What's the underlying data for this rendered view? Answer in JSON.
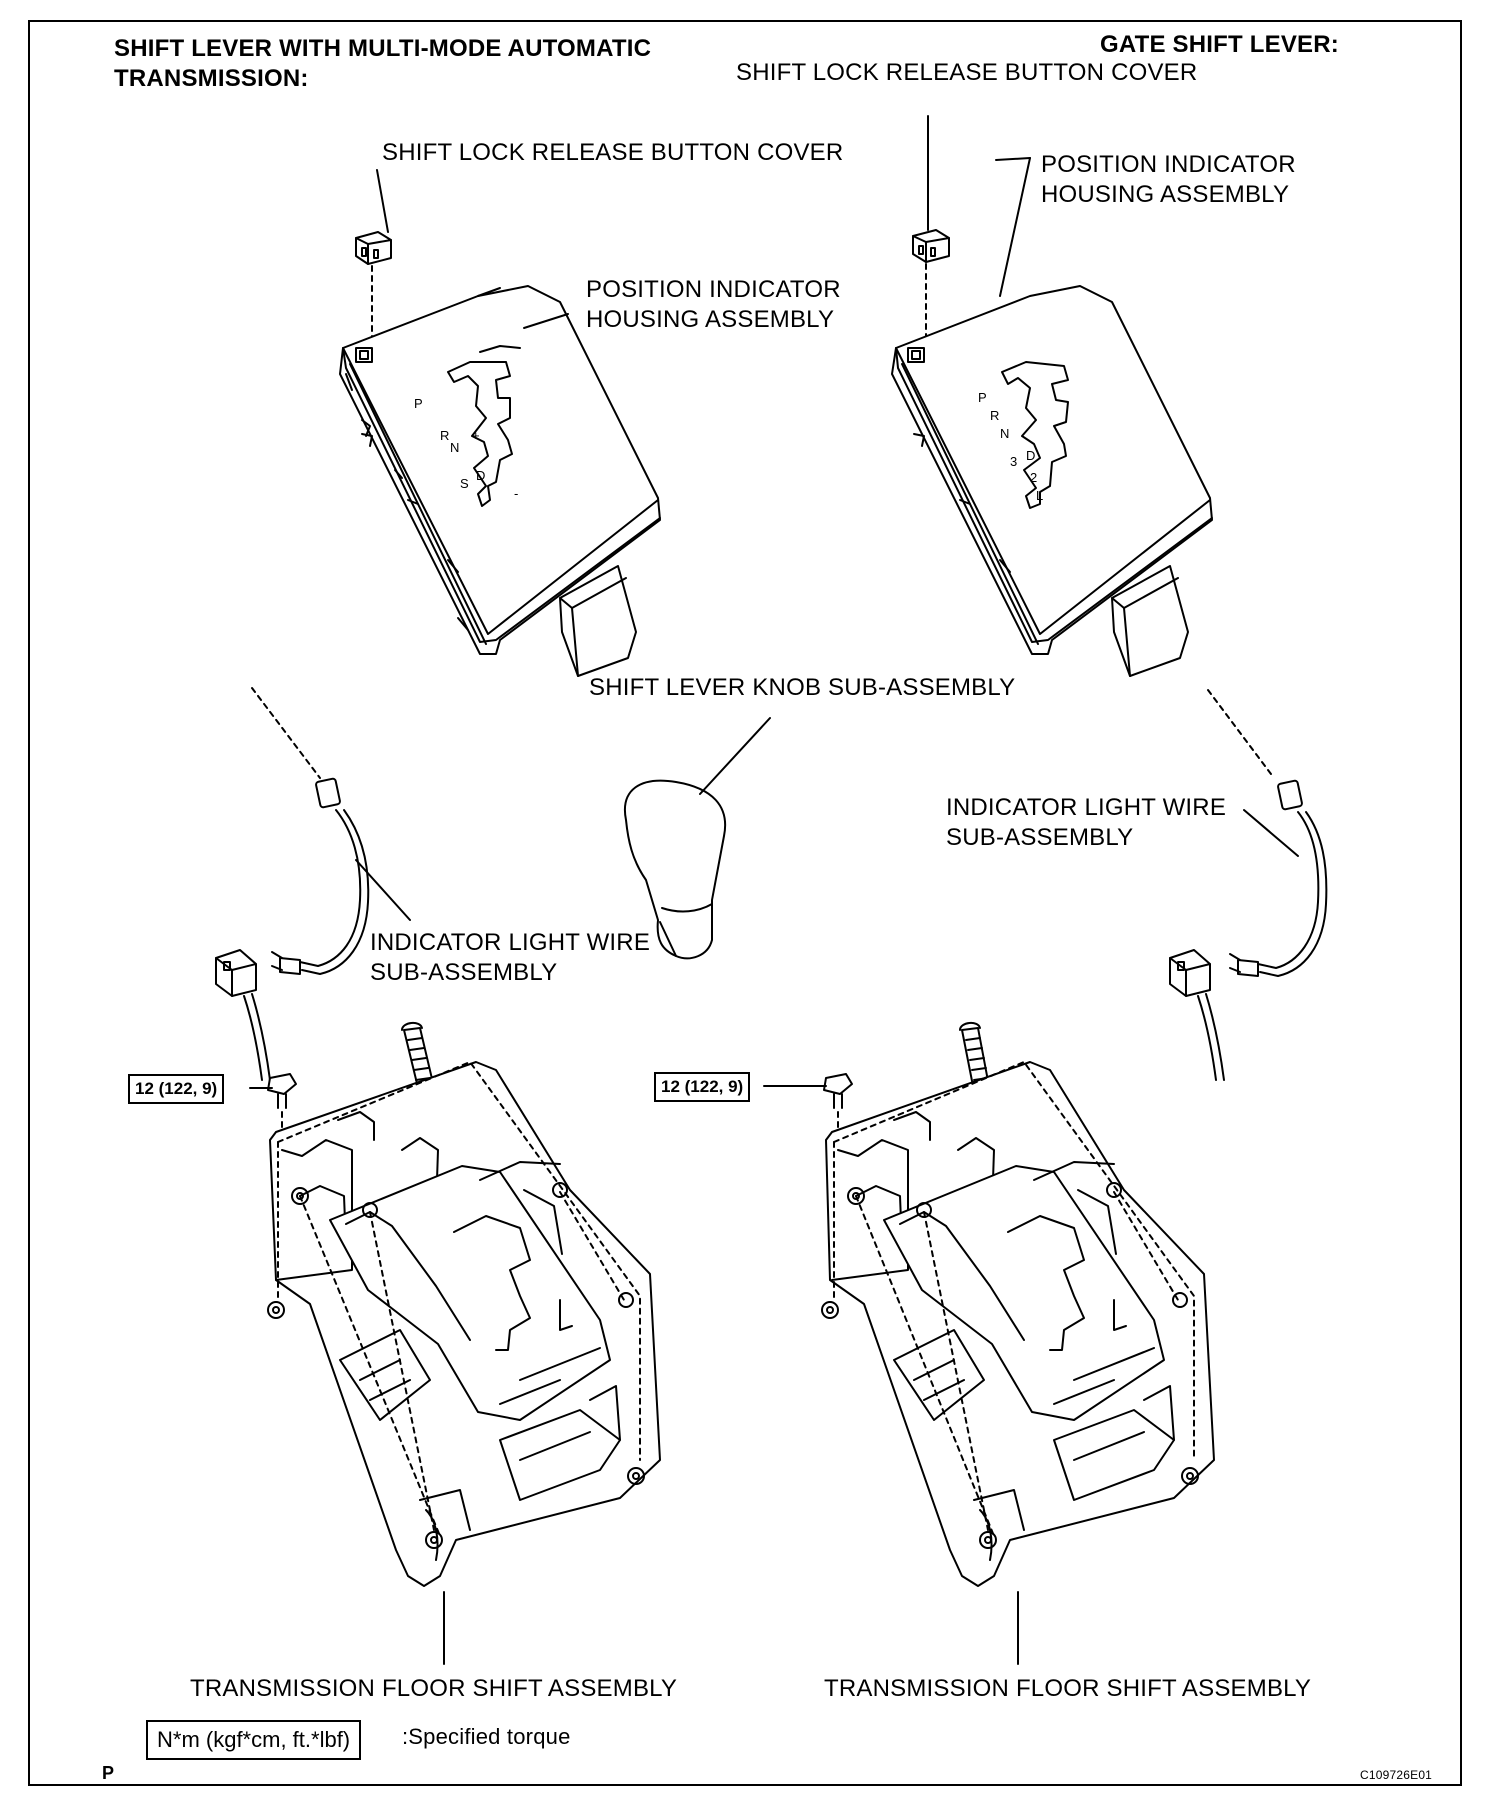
{
  "headers": {
    "left_line1": "SHIFT LEVER WITH MULTI-MODE AUTOMATIC",
    "left_line2": "TRANSMISSION:",
    "right": "GATE SHIFT LEVER:"
  },
  "labels": {
    "cover_right": "SHIFT LOCK RELEASE BUTTON COVER",
    "cover_left": "SHIFT LOCK RELEASE BUTTON COVER",
    "housing_right_line1": "POSITION INDICATOR",
    "housing_right_line2": "HOUSING ASSEMBLY",
    "housing_left_line1": "POSITION INDICATOR",
    "housing_left_line2": "HOUSING ASSEMBLY",
    "knob": "SHIFT LEVER KNOB SUB-ASSEMBLY",
    "wire_right_line1": "INDICATOR LIGHT WIRE",
    "wire_right_line2": "SUB-ASSEMBLY",
    "wire_left_line1": "INDICATOR LIGHT WIRE",
    "wire_left_line2": "SUB-ASSEMBLY",
    "floor_left": "TRANSMISSION FLOOR SHIFT ASSEMBLY",
    "floor_right": "TRANSMISSION FLOOR SHIFT ASSEMBLY"
  },
  "torque": {
    "left": "12 (122, 9)",
    "right": "12 (122, 9)"
  },
  "gate_left": {
    "p": "P",
    "r": "R",
    "n": "N",
    "plus": "+",
    "s": "S",
    "d": "D",
    "minus": "-"
  },
  "gate_right": {
    "p": "P",
    "r": "R",
    "n": "N",
    "three": "3",
    "d": "D",
    "two": "2",
    "l": "L"
  },
  "legend": {
    "box": "N*m (kgf*cm, ft.*lbf)",
    "text": ":Specified torque"
  },
  "footer": {
    "page_letter": "P",
    "figure_id": "C109726E01"
  }
}
